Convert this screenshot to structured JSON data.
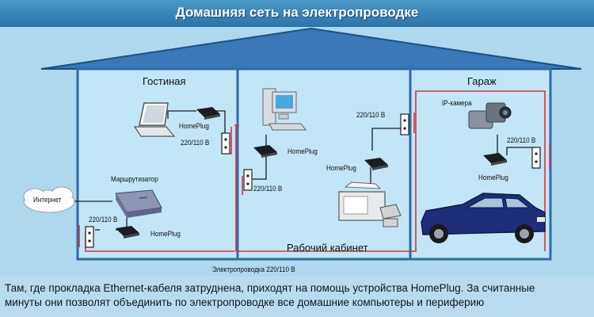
{
  "title": "Домашняя сеть на электропроводке",
  "rooms": {
    "living": "Гостиная",
    "office": "Рабочий кабинет",
    "garage": "Гараж"
  },
  "labels": {
    "homeplug": "HomePlug",
    "outlet": "220/110 В",
    "router": "Маршрутизатор",
    "internet": "Интернет",
    "ip_camera": "IP-камера",
    "wiring": "Электропроводка 220/110 В"
  },
  "caption": {
    "line1": "Там, где прокладка Ethernet-кабеля затруднена, приходят на помощь устройства HomePlug. За считанные",
    "line2": "минуты они позволят объединить по электропроводке все домашние компьютеры и периферию"
  },
  "colors": {
    "sky": "#add8ee",
    "wall": "#2f6aa8",
    "wire": "#d8323a",
    "device": "#1c1c22"
  }
}
